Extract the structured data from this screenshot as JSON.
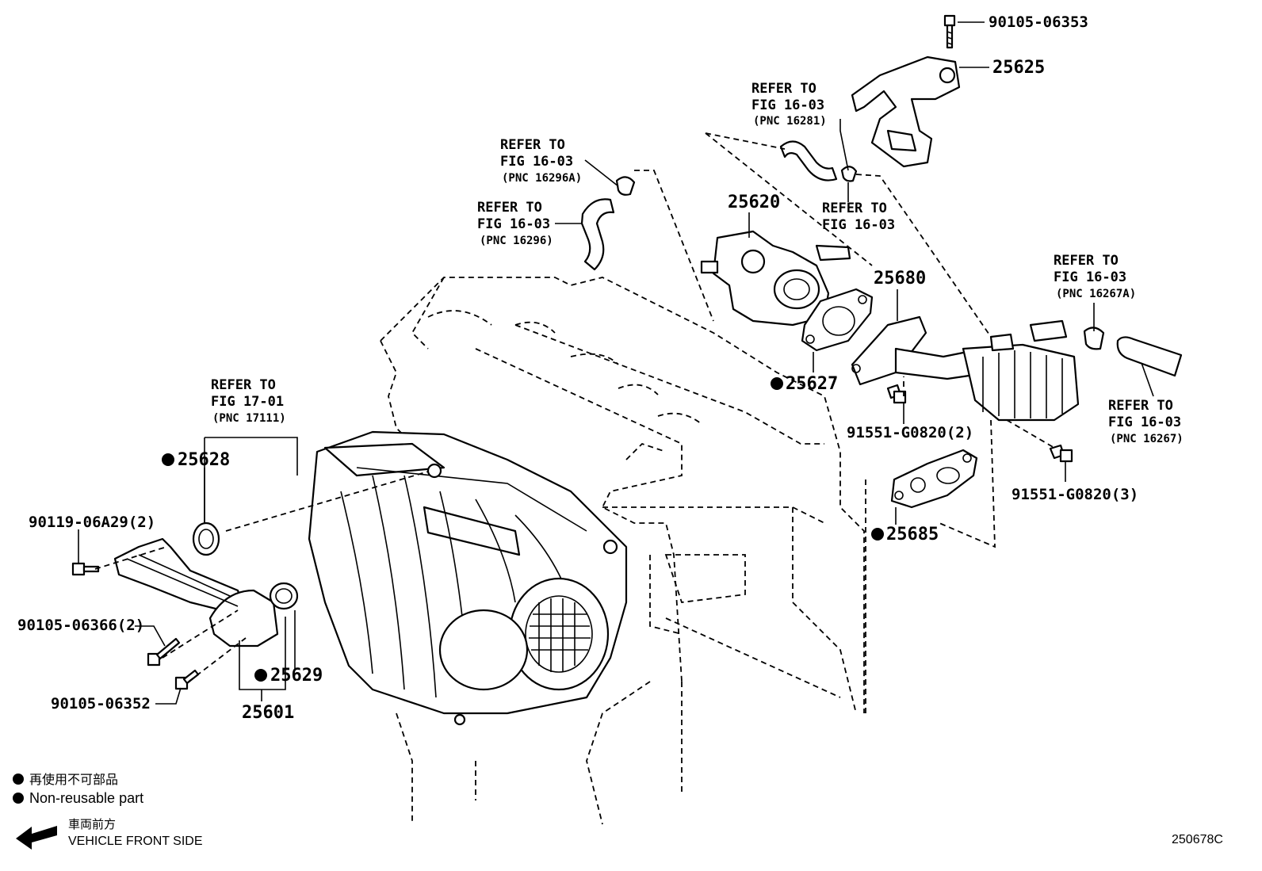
{
  "diagram": {
    "figure_code": "250678C",
    "legend": {
      "bullet_jp": "再使用不可部品",
      "bullet_en": "Non-reusable part",
      "front_jp": "車両前方",
      "front_en": "VEHICLE FRONT SIDE"
    },
    "part_numbers": {
      "p25625": "25625",
      "p90105_06353": "90105-06353",
      "p25620": "25620",
      "p25680": "25680",
      "p25627": "25627",
      "p91551_2": "91551-G0820(2)",
      "p91551_3": "91551-G0820(3)",
      "p25685": "25685",
      "p25628": "25628",
      "p90119": "90119-06A29(2)",
      "p90105_06366": "90105-06366(2)",
      "p90105_06352": "90105-06352",
      "p25629": "25629",
      "p25601": "25601"
    },
    "references": {
      "r16281": {
        "line1": "REFER TO",
        "line2": "FIG 16-03",
        "line3": "(PNC 16281)"
      },
      "r16296a": {
        "line1": "REFER TO",
        "line2": "FIG 16-03",
        "line3": "(PNC 16296A)"
      },
      "r16296": {
        "line1": "REFER TO",
        "line2": "FIG 16-03",
        "line3": "(PNC 16296)"
      },
      "r1603": {
        "line1": "REFER TO",
        "line2": "FIG 16-03"
      },
      "r16267a": {
        "line1": "REFER TO",
        "line2": "FIG 16-03",
        "line3": "(PNC 16267A)"
      },
      "r16267": {
        "line1": "REFER TO",
        "line2": "FIG 16-03",
        "line3": "(PNC 16267)"
      },
      "r17111": {
        "line1": "REFER TO",
        "line2": "FIG 17-01",
        "line3": "(PNC 17111)"
      }
    }
  }
}
